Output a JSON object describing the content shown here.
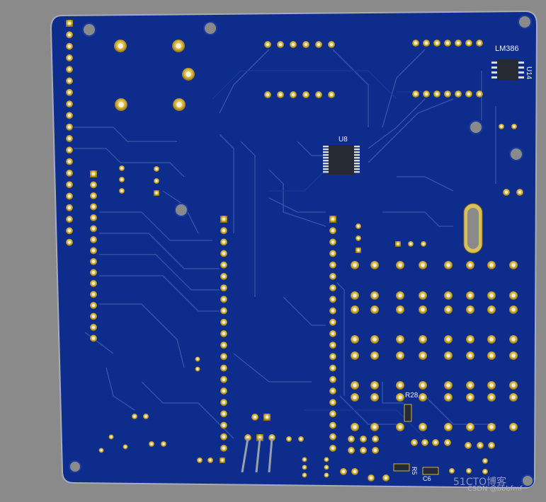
{
  "board": {
    "labels": {
      "lm386": "LM386",
      "u14": "U14",
      "u8": "U8",
      "r28": "R28",
      "r_bottom": "R5",
      "c_bottom": "C6"
    },
    "colors": {
      "background": "#8a8a8a",
      "board_fill": "#0d2c8c",
      "board_edge": "#a7abbc",
      "pad_gold": "#d4b23a",
      "trace": "#3c5fb0",
      "chip": "#262a33",
      "silk": "#f2f2f2"
    }
  },
  "watermark": {
    "site": "51CTO博客",
    "credit": "CSDN @bbbfmf"
  }
}
